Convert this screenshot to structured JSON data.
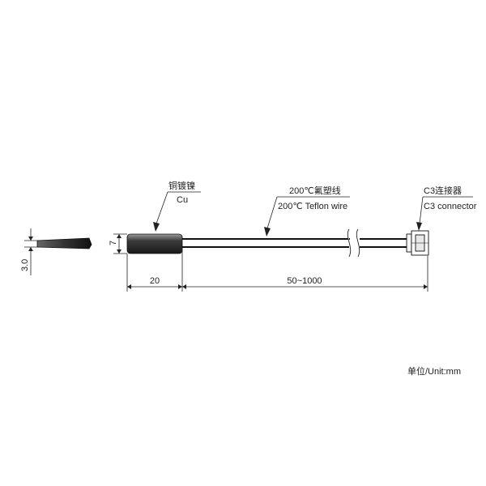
{
  "labels": {
    "probe_cn": "铜镀镍",
    "probe_en": "Cu",
    "wire_cn": "200℃氟塑线",
    "wire_en": "200℃ Teflon wire",
    "connector_cn": "C3连接器",
    "connector_en": "C3 connector",
    "unit": "单位/Unit:mm"
  },
  "dimensions": {
    "thickness": "3.0",
    "width": "7",
    "probe_length": "20",
    "wire_length": "50~1000"
  }
}
